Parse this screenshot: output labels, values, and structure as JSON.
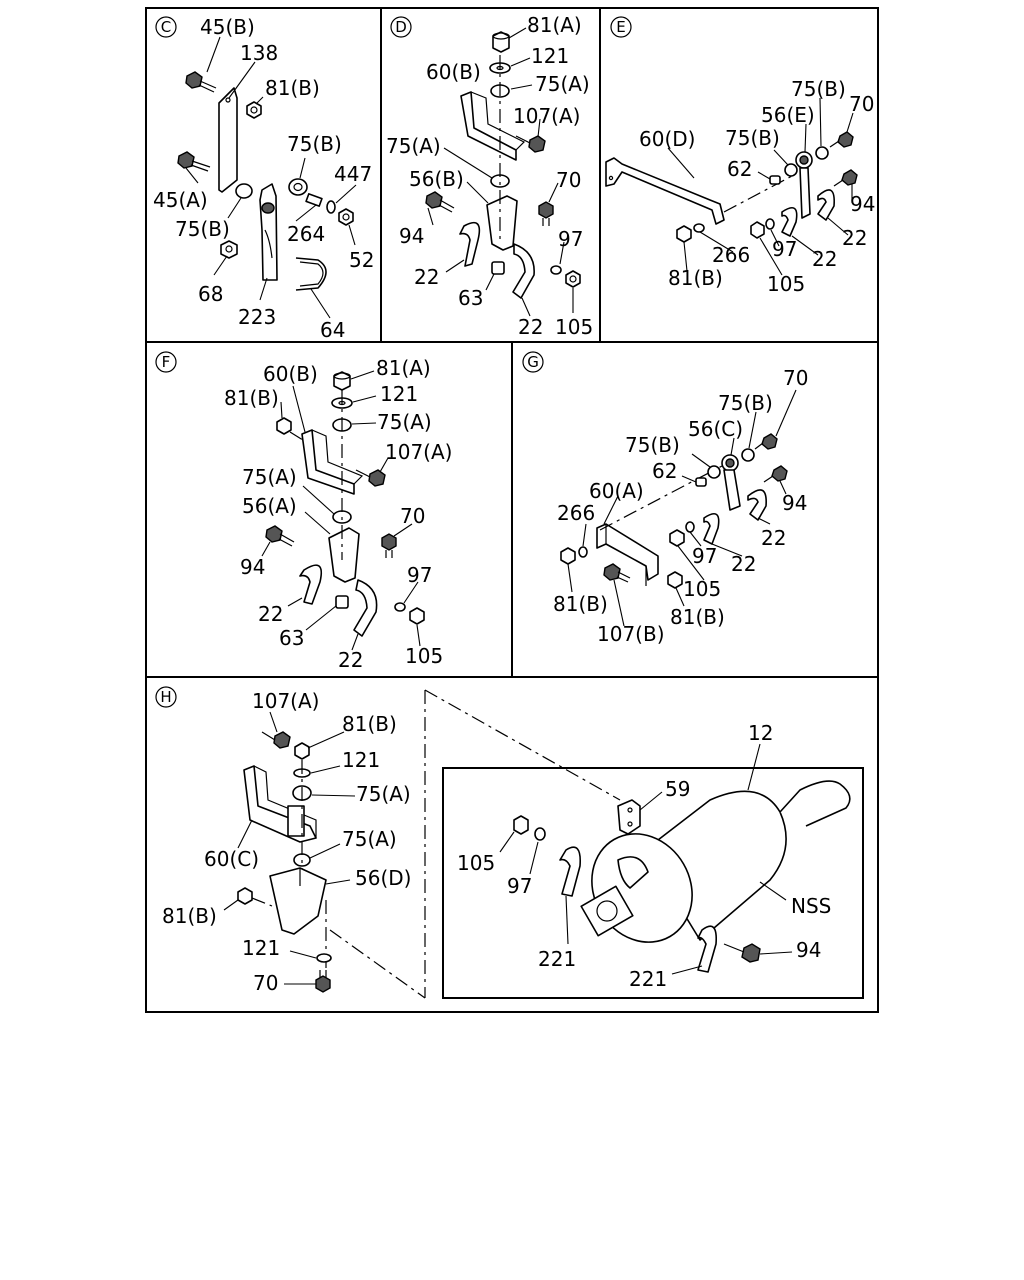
{
  "sections": {
    "C": {
      "marker": "C",
      "labels": [
        "45(B)",
        "138",
        "81(B)",
        "45(A)",
        "75(B)",
        "447",
        "75(B)",
        "264",
        "52",
        "68",
        "223",
        "64"
      ]
    },
    "D": {
      "marker": "D",
      "labels": [
        "81(A)",
        "121",
        "60(B)",
        "75(A)",
        "107(A)",
        "75(A)",
        "56(B)",
        "70",
        "94",
        "97",
        "22",
        "63",
        "22",
        "105"
      ]
    },
    "E": {
      "marker": "E",
      "labels": [
        "75(B)",
        "56(E)",
        "70",
        "60(D)",
        "75(B)",
        "62",
        "94",
        "22",
        "266",
        "97",
        "22",
        "81(B)",
        "105"
      ]
    },
    "F": {
      "marker": "F",
      "labels": [
        "60(B)",
        "81(A)",
        "81(B)",
        "121",
        "75(A)",
        "107(A)",
        "75(A)",
        "56(A)",
        "70",
        "94",
        "97",
        "22",
        "63",
        "22",
        "105"
      ]
    },
    "G": {
      "marker": "G",
      "labels": [
        "70",
        "75(B)",
        "56(C)",
        "75(B)",
        "62",
        "94",
        "60(A)",
        "266",
        "22",
        "97",
        "22",
        "105",
        "81(B)",
        "81(B)",
        "107(B)"
      ]
    },
    "H": {
      "marker": "H",
      "labels": [
        "107(A)",
        "81(B)",
        "121",
        "75(A)",
        "60(C)",
        "75(A)",
        "56(D)",
        "81(B)",
        "121",
        "70",
        "12",
        "59",
        "105",
        "97",
        "NSS",
        "221",
        "94",
        "221"
      ]
    }
  }
}
